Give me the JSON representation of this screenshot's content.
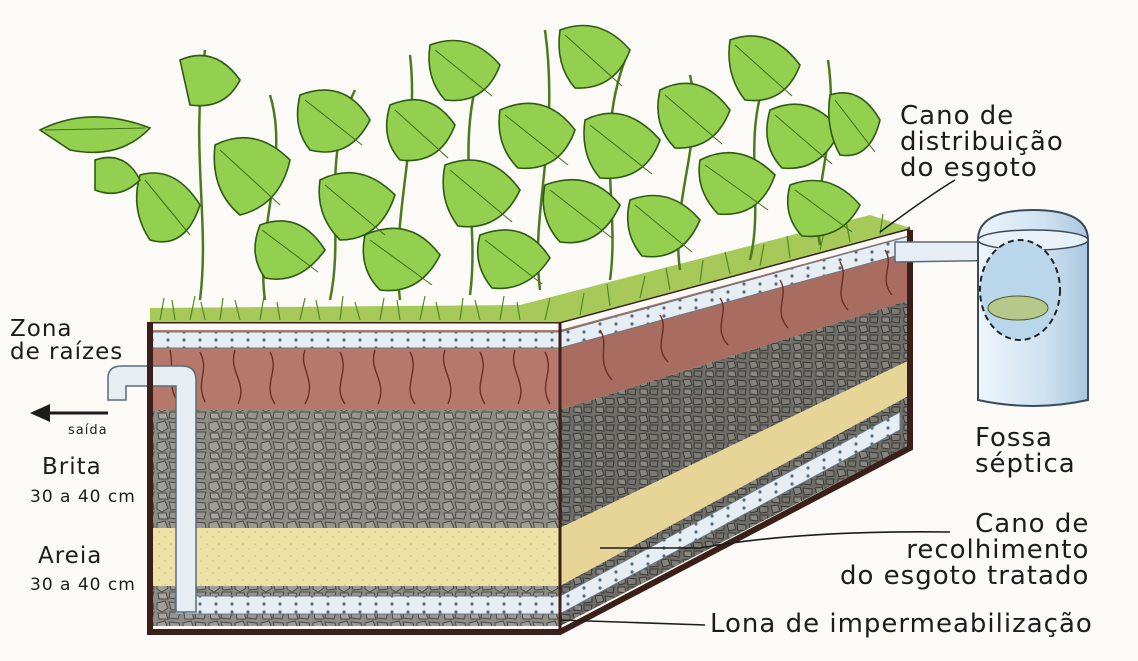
{
  "labels": {
    "distribution_pipe": "Cano de\ndistribuição\ndo esgoto",
    "root_zone": "Zona\nde raízes",
    "outlet": "saída",
    "gravel": "Brita",
    "gravel_depth": "30 a 40 cm",
    "sand": "Areia",
    "sand_depth": "30 a 40 cm",
    "septic_tank": "Fossa\nséptica",
    "collection_pipe": "Cano de\nrecolhimento\ndo esgoto tratado",
    "liner": "Lona de impermeabilização"
  },
  "colors": {
    "leaf": "#8fcf4a",
    "soil": "#b57a6a",
    "gravel": "#8a8a84",
    "sand": "#efe2a8",
    "frame": "#3a1f1a",
    "pipe": "#e4ecf2",
    "tank": "#d7e7f3"
  }
}
